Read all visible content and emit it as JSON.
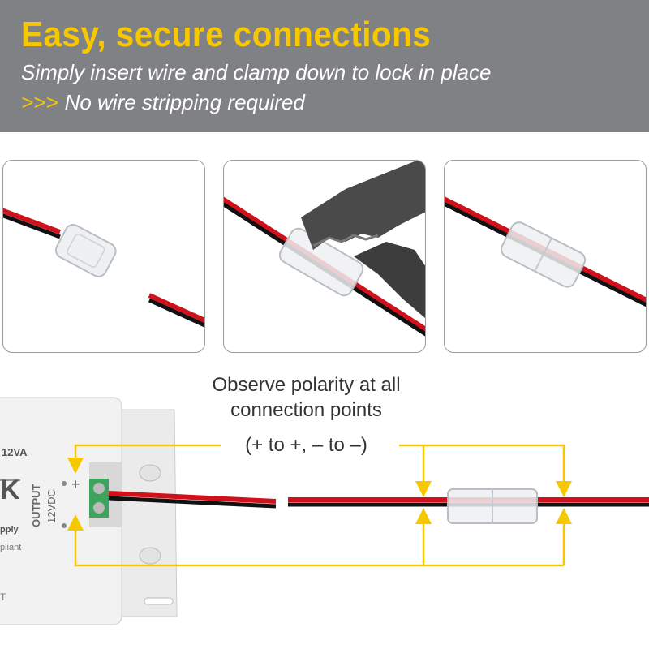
{
  "header": {
    "title": "Easy, secure connections",
    "subtitle": "Simply insert wire and clamp down to lock in place",
    "bullet_marker": ">>>",
    "bullet_text": "No wire stripping required",
    "background_color": "#808184",
    "accent_color": "#f7c800"
  },
  "steps": [
    {
      "name": "step-insert-wire"
    },
    {
      "name": "step-clamp-with-pliers"
    },
    {
      "name": "step-locked-connection"
    }
  ],
  "polarity_note": {
    "line1": "Observe polarity at all",
    "line2": "connection points",
    "line3": "(+ to +, – to –)"
  },
  "power_supply": {
    "rating": "12VA",
    "output_label": "OUTPUT",
    "voltage_label": "12VDC",
    "plus": "+",
    "minus": "–",
    "brand_fragment": "K",
    "text_fragment_1": "pply",
    "text_fragment_2": "pliant",
    "text_fragment_3": "T"
  }
}
